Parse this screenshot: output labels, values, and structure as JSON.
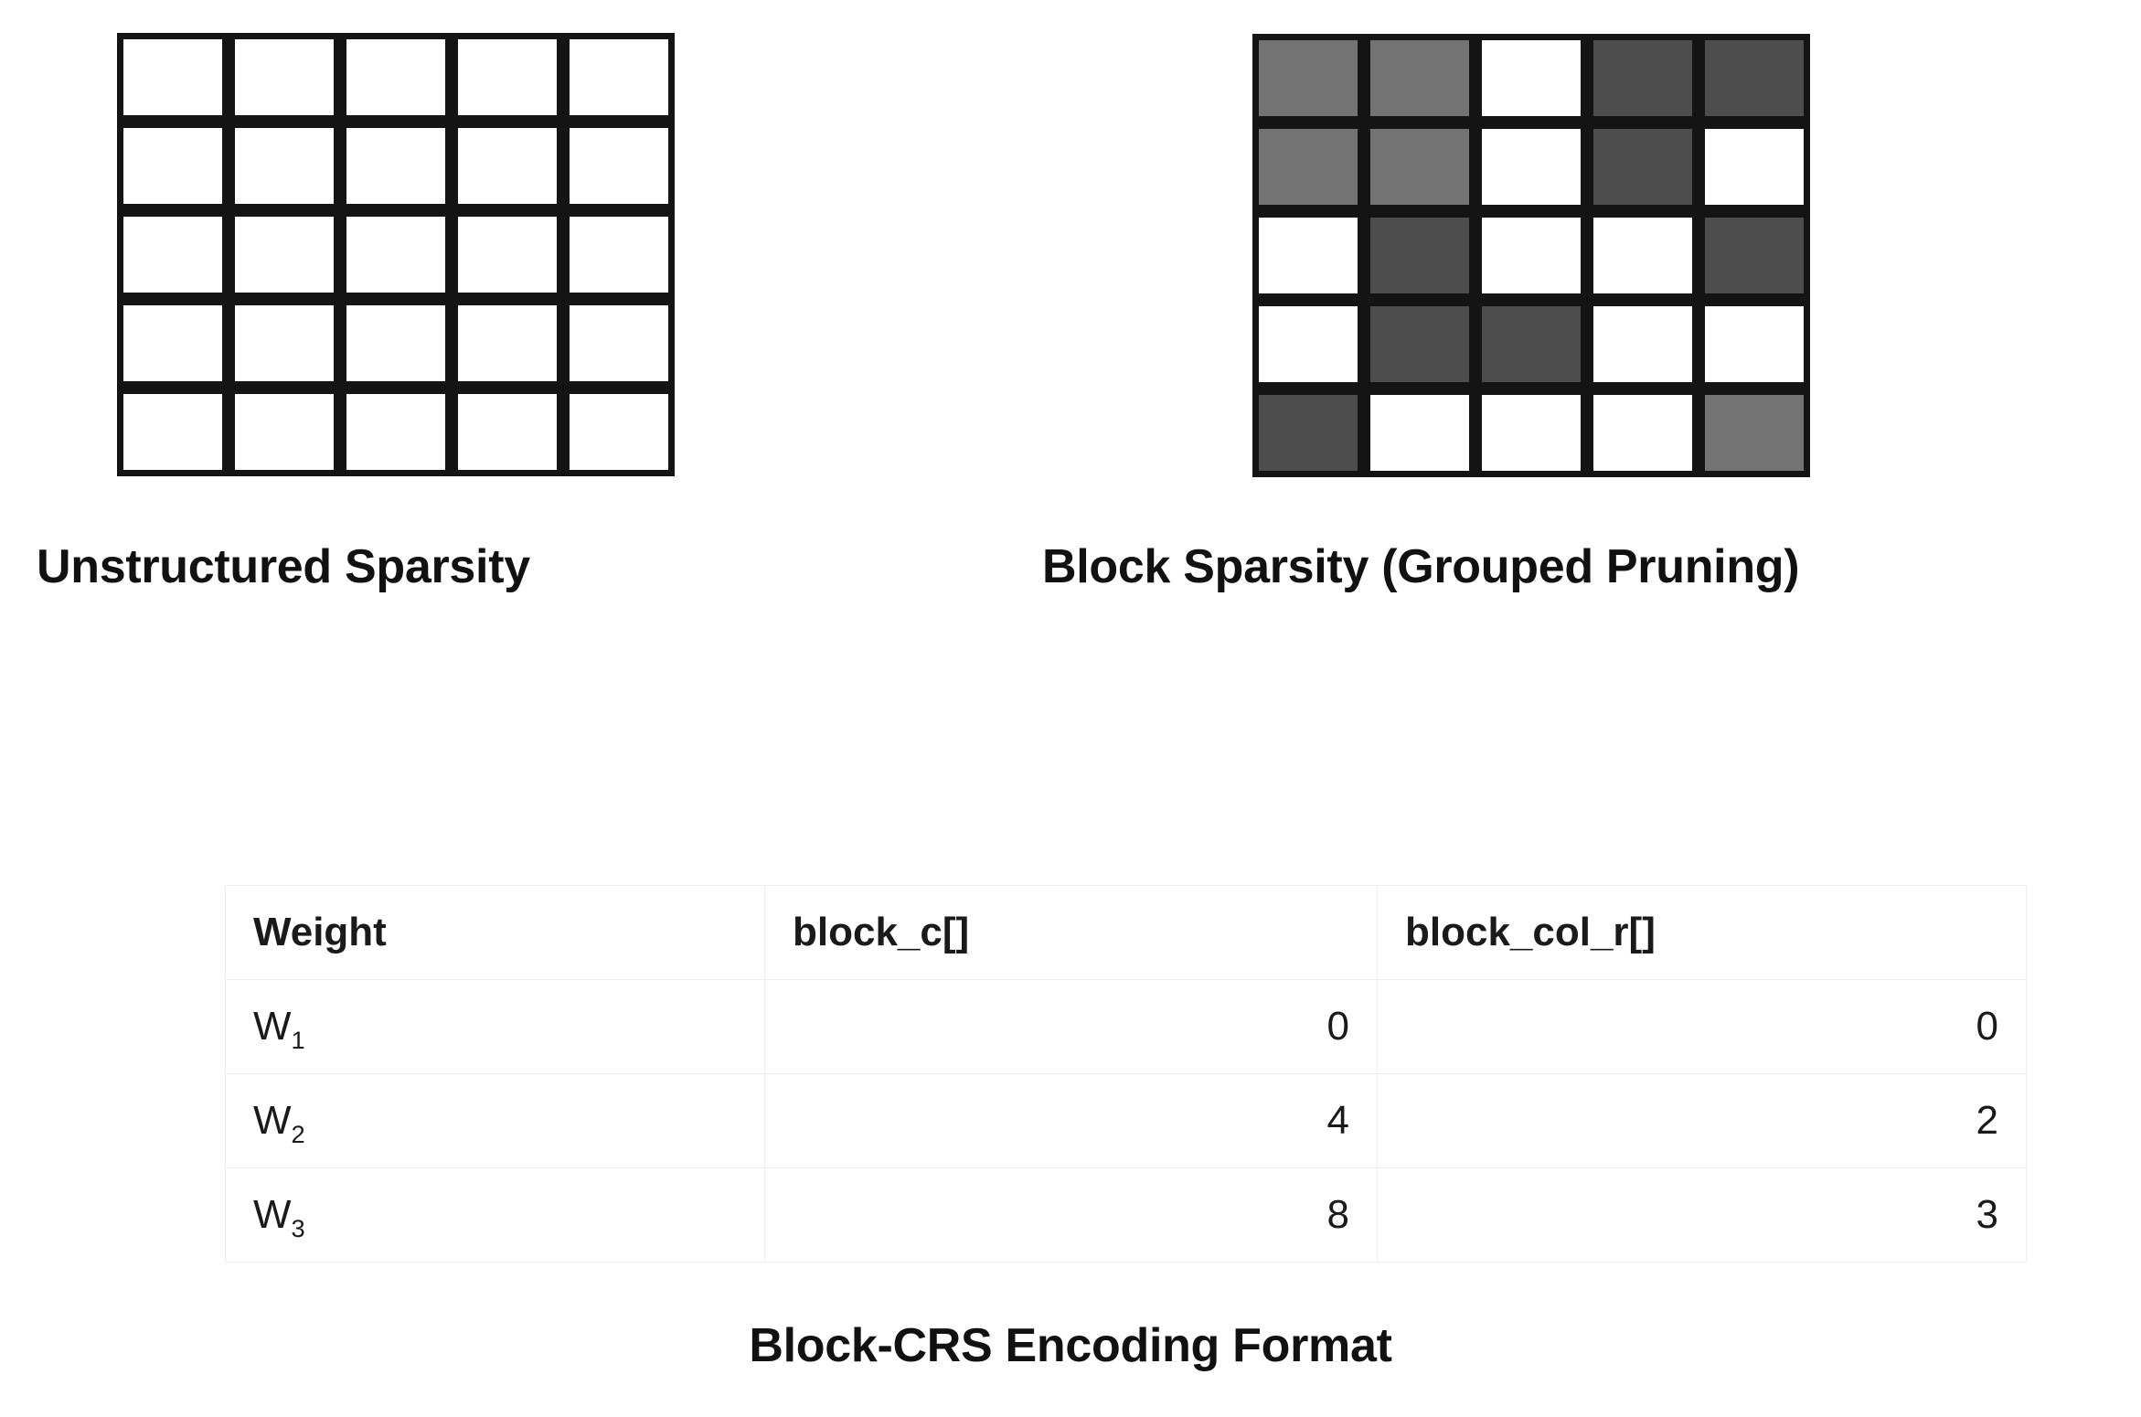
{
  "figure": {
    "panels": [
      {
        "id": "unstructured",
        "caption": "Unstructured Sparsity"
      },
      {
        "id": "block",
        "caption": "Block Sparsity (Grouped Pruning)"
      }
    ],
    "table_caption": "Block-CRS Encoding Format"
  },
  "chart_data": {
    "type": "heatmap",
    "title": "",
    "subtitle": "",
    "xlabel": "",
    "ylabel": "",
    "grid": true,
    "legend_position": "none",
    "shade_colors": {
      "white": "#ffffff",
      "mid_gray": "#737373",
      "dark_gray": "#4d4d4d",
      "cell_border": "#141414"
    },
    "matrices": [
      {
        "name": "Unstructured Sparsity",
        "rows": 5,
        "cols": 5,
        "cells": [
          [
            "white",
            "white",
            "white",
            "white",
            "white"
          ],
          [
            "white",
            "white",
            "white",
            "white",
            "white"
          ],
          [
            "white",
            "white",
            "white",
            "white",
            "white"
          ],
          [
            "white",
            "white",
            "white",
            "white",
            "white"
          ],
          [
            "white",
            "white",
            "white",
            "white",
            "white"
          ]
        ]
      },
      {
        "name": "Block Sparsity (Grouped Pruning)",
        "rows": 5,
        "cols": 5,
        "cells": [
          [
            "mid",
            "mid",
            "white",
            "dark",
            "dark"
          ],
          [
            "mid",
            "mid",
            "white",
            "dark",
            "white"
          ],
          [
            "white",
            "dark",
            "white",
            "white",
            "dark"
          ],
          [
            "white",
            "dark",
            "dark",
            "white",
            "white"
          ],
          [
            "dark",
            "white",
            "white",
            "white",
            "mid"
          ]
        ]
      }
    ]
  },
  "table": {
    "headers": [
      "Weight",
      "block_c[]",
      "block_col_r[]"
    ],
    "rows": [
      {
        "weight_base": "W",
        "weight_sub": "1",
        "block_c": "0",
        "block_col_r": "0"
      },
      {
        "weight_base": "W",
        "weight_sub": "2",
        "block_c": "4",
        "block_col_r": "2"
      },
      {
        "weight_base": "W",
        "weight_sub": "3",
        "block_c": "8",
        "block_col_r": "3"
      }
    ]
  }
}
